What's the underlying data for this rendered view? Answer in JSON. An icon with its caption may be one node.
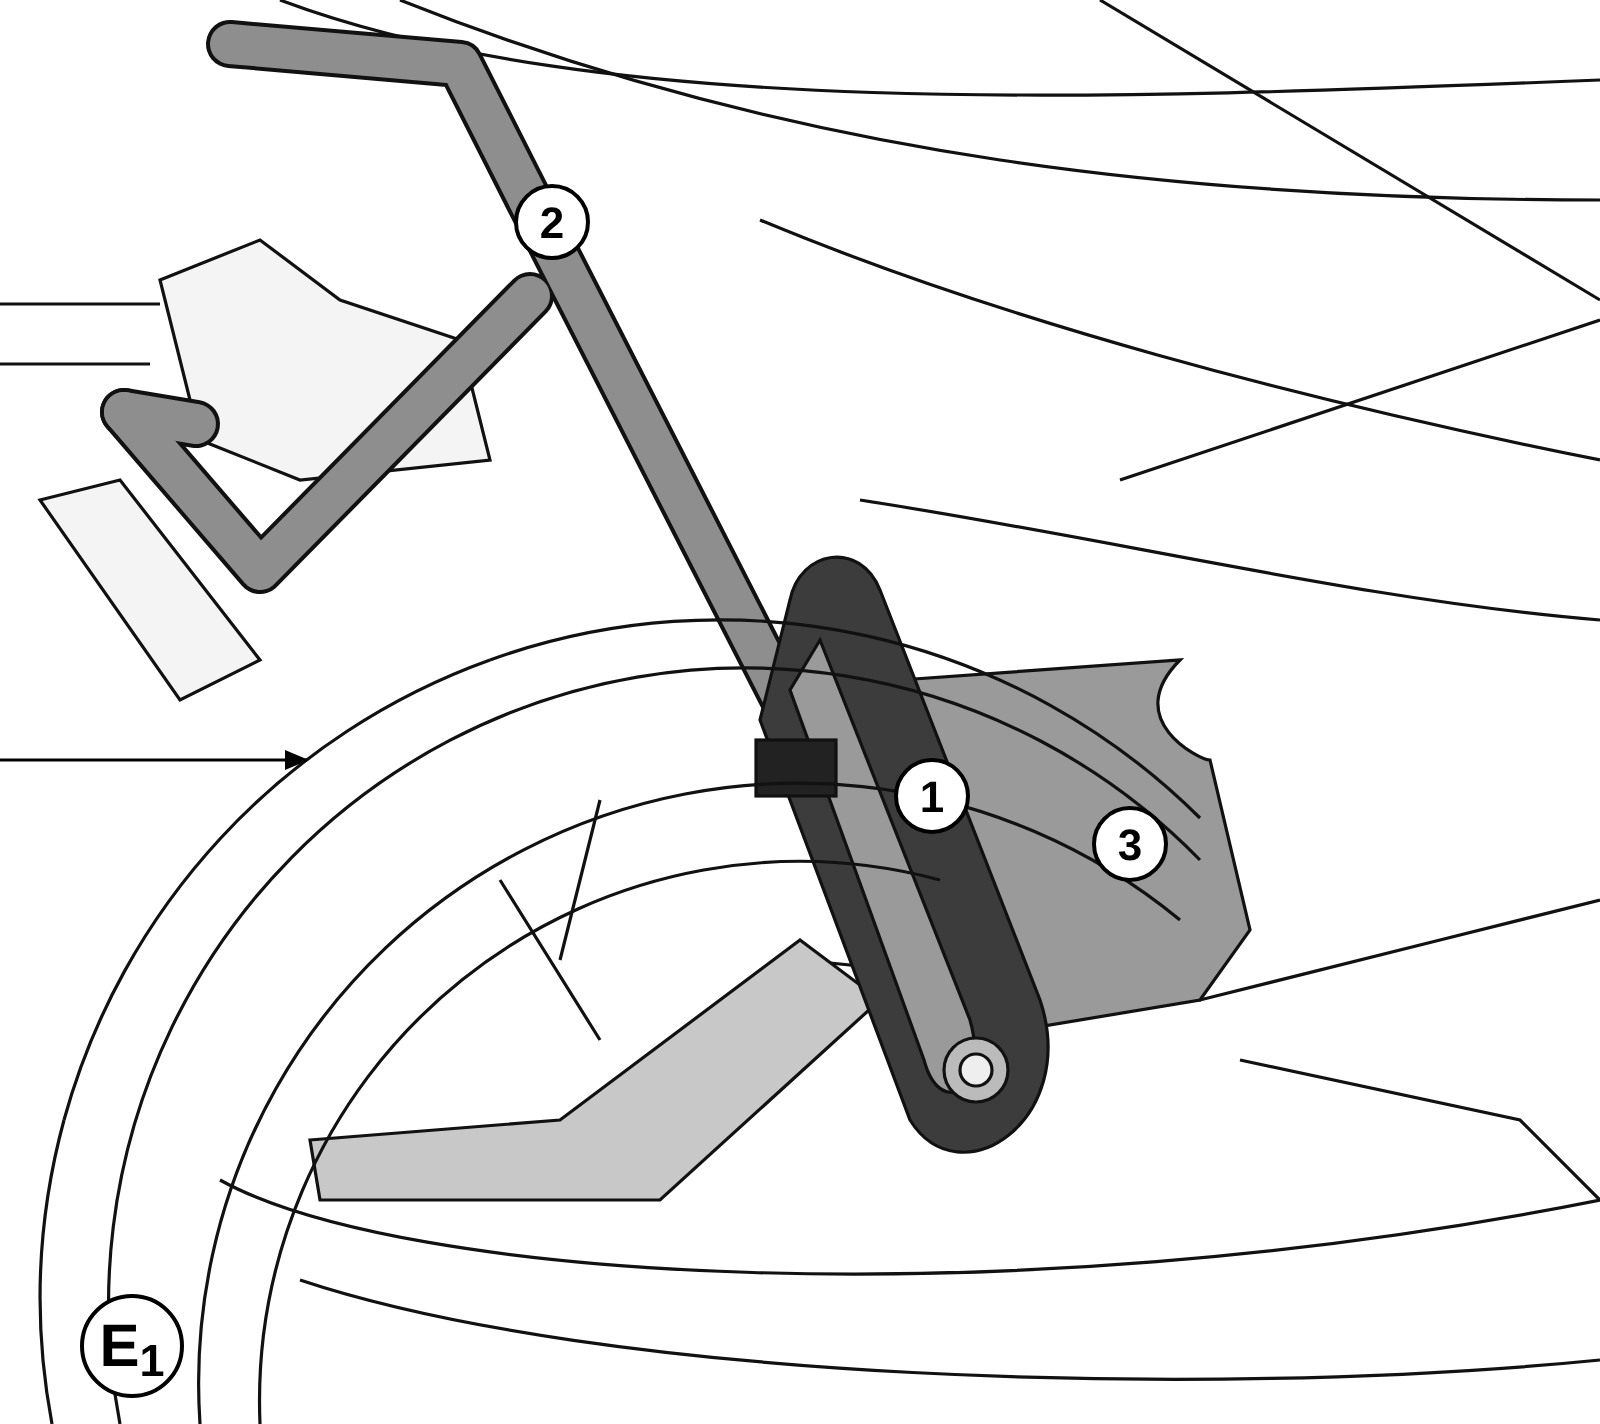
{
  "diagram": {
    "nodes": [
      {
        "text": [
          "2"
        ]
      },
      {
        "text": [
          "1"
        ]
      },
      {
        "text": [
          "3"
        ]
      },
      {
        "text": [
          "E$_{1}$"
        ]
      },
      {
        "text": [],
        "shape": "picture"
      }
    ],
    "edges": [
      {
        "from": null,
        "to": 4,
        "arrow": "to"
      }
    ]
  }
}
